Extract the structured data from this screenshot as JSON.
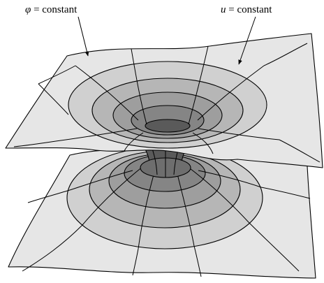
{
  "labels": {
    "phi_symbol": "φ",
    "phi_text": " = constant",
    "u_symbol": "u",
    "u_text": " = constant"
  },
  "colors": {
    "sheet": "#e6e6e6",
    "ring1": "#d0d0d0",
    "ring2": "#b6b6b6",
    "ring3": "#9e9e9e",
    "ring4": "#858585",
    "ring5": "#6e6e6e",
    "throat": "#5a5a5a",
    "outline": "#000000"
  }
}
